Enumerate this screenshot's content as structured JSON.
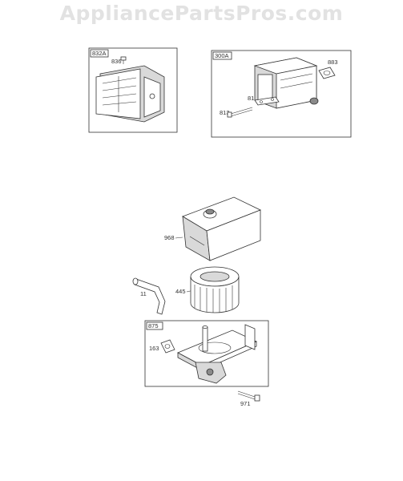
{
  "watermark": "AppliancePartsPros.com",
  "groups": {
    "left_box": {
      "tag": "832A",
      "parts": {
        "p836": "836"
      }
    },
    "right_box": {
      "tag": "300A",
      "parts": {
        "p883": "883",
        "p81": "81",
        "p813": "813"
      }
    },
    "assembly": {
      "parts": {
        "p968": "968",
        "p445": "445",
        "p11": "11",
        "p971": "971"
      },
      "base_box": {
        "tag": "875",
        "parts": {
          "p163": "163"
        }
      }
    }
  }
}
